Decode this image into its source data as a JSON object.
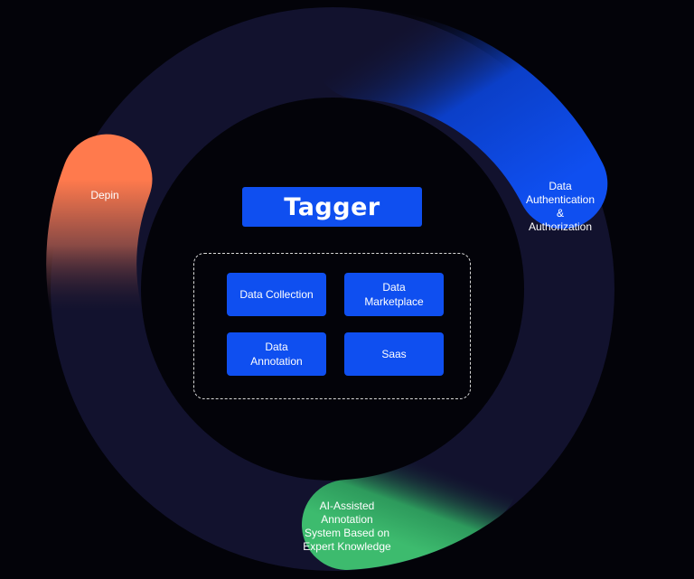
{
  "title": "Tagger",
  "ring_segments": [
    {
      "id": "depin",
      "label": "Depin",
      "color": "#ff7a4d"
    },
    {
      "id": "auth",
      "label": "Data\nAuthentication\n&\nAuthorization",
      "color": "#0f4ff0"
    },
    {
      "id": "ai",
      "label": "AI-Assisted\nAnnotation\nSystem Based on\nExpert Knowledge",
      "color": "#3dbb6e"
    }
  ],
  "modules": [
    {
      "id": "data-collection",
      "label": "Data Collection"
    },
    {
      "id": "data-marketplace",
      "label": "Data\nMarketplace"
    },
    {
      "id": "data-annotation",
      "label": "Data\nAnnotation"
    },
    {
      "id": "saas",
      "label": "Saas"
    }
  ],
  "colors": {
    "background": "#030309",
    "ring": "#12122e",
    "module_fill": "#0f4ff0",
    "frame_border": "#d8d8d8"
  }
}
